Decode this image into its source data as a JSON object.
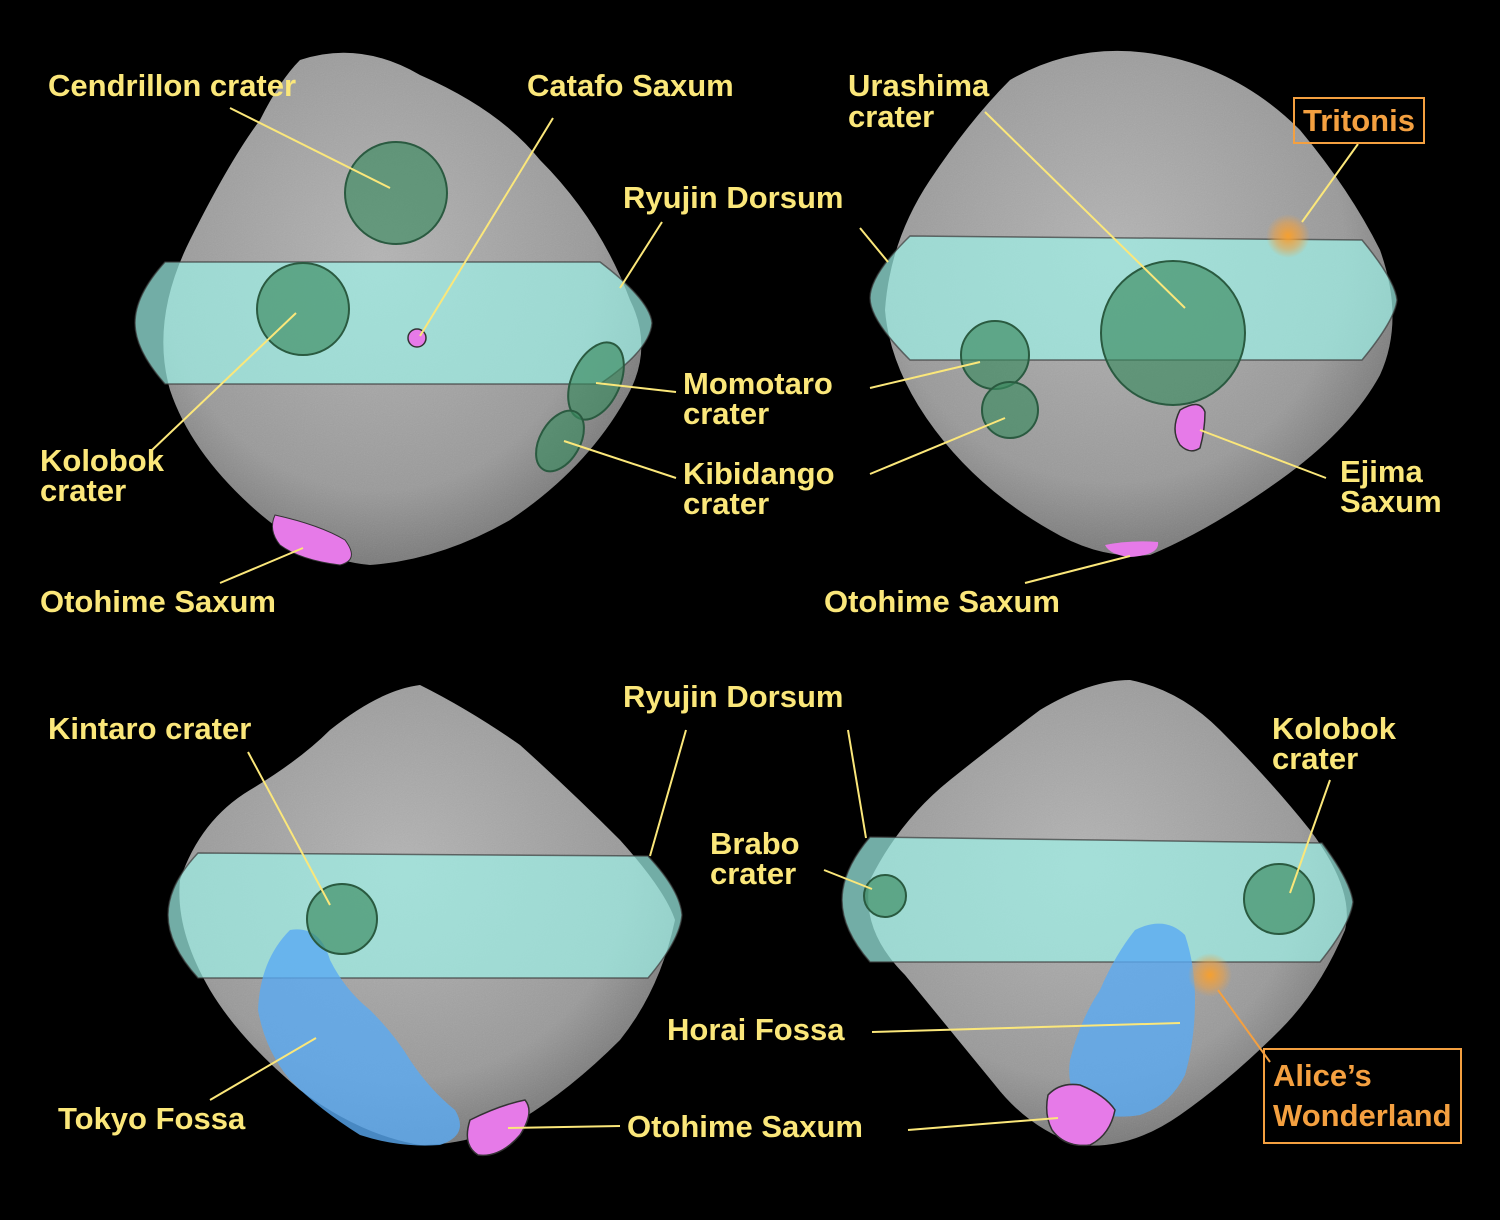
{
  "labels": {
    "p1_cendrillon": "Cendrillon crater",
    "p1_catafo": "Catafo Saxum",
    "p1_ryujin": "Ryujin Dorsum",
    "p1_momotaro_1": "Momotaro",
    "p1_momotaro_2": "crater",
    "p1_kolobok_1": "Kolobok",
    "p1_kolobok_2": "crater",
    "p1_kibidango_1": "Kibidango",
    "p1_kibidango_2": "crater",
    "p1_otohime": "Otohime Saxum",
    "p2_urashima_1": "Urashima",
    "p2_urashima_2": "crater",
    "p2_tritonis": "Tritonis",
    "p2_ejima_1": "Ejima",
    "p2_ejima_2": "Saxum",
    "p2_otohime": "Otohime Saxum",
    "p3_kintaro": "Kintaro crater",
    "p3_ryujin": "Ryujin Dorsum",
    "p3_tokyo": "Tokyo Fossa",
    "p3_otohime": "Otohime Saxum",
    "p4_brabo_1": "Brabo",
    "p4_brabo_2": "crater",
    "p4_kolobok_1": "Kolobok",
    "p4_kolobok_2": "crater",
    "p4_horai": "Horai Fossa",
    "p4_alice_1": "Alice’s",
    "p4_alice_2": "Wonderland"
  },
  "colors": {
    "background": "#000000",
    "asteroid": "#9a9a9a",
    "label_text": "#fbe77a",
    "label_special": "#f4a040",
    "dorsum_band": "#9ef0e6",
    "crater": "#3a8a60",
    "saxum": "#e67ae8",
    "fossa": "#5aaaf2",
    "glow": "#f0a040"
  }
}
